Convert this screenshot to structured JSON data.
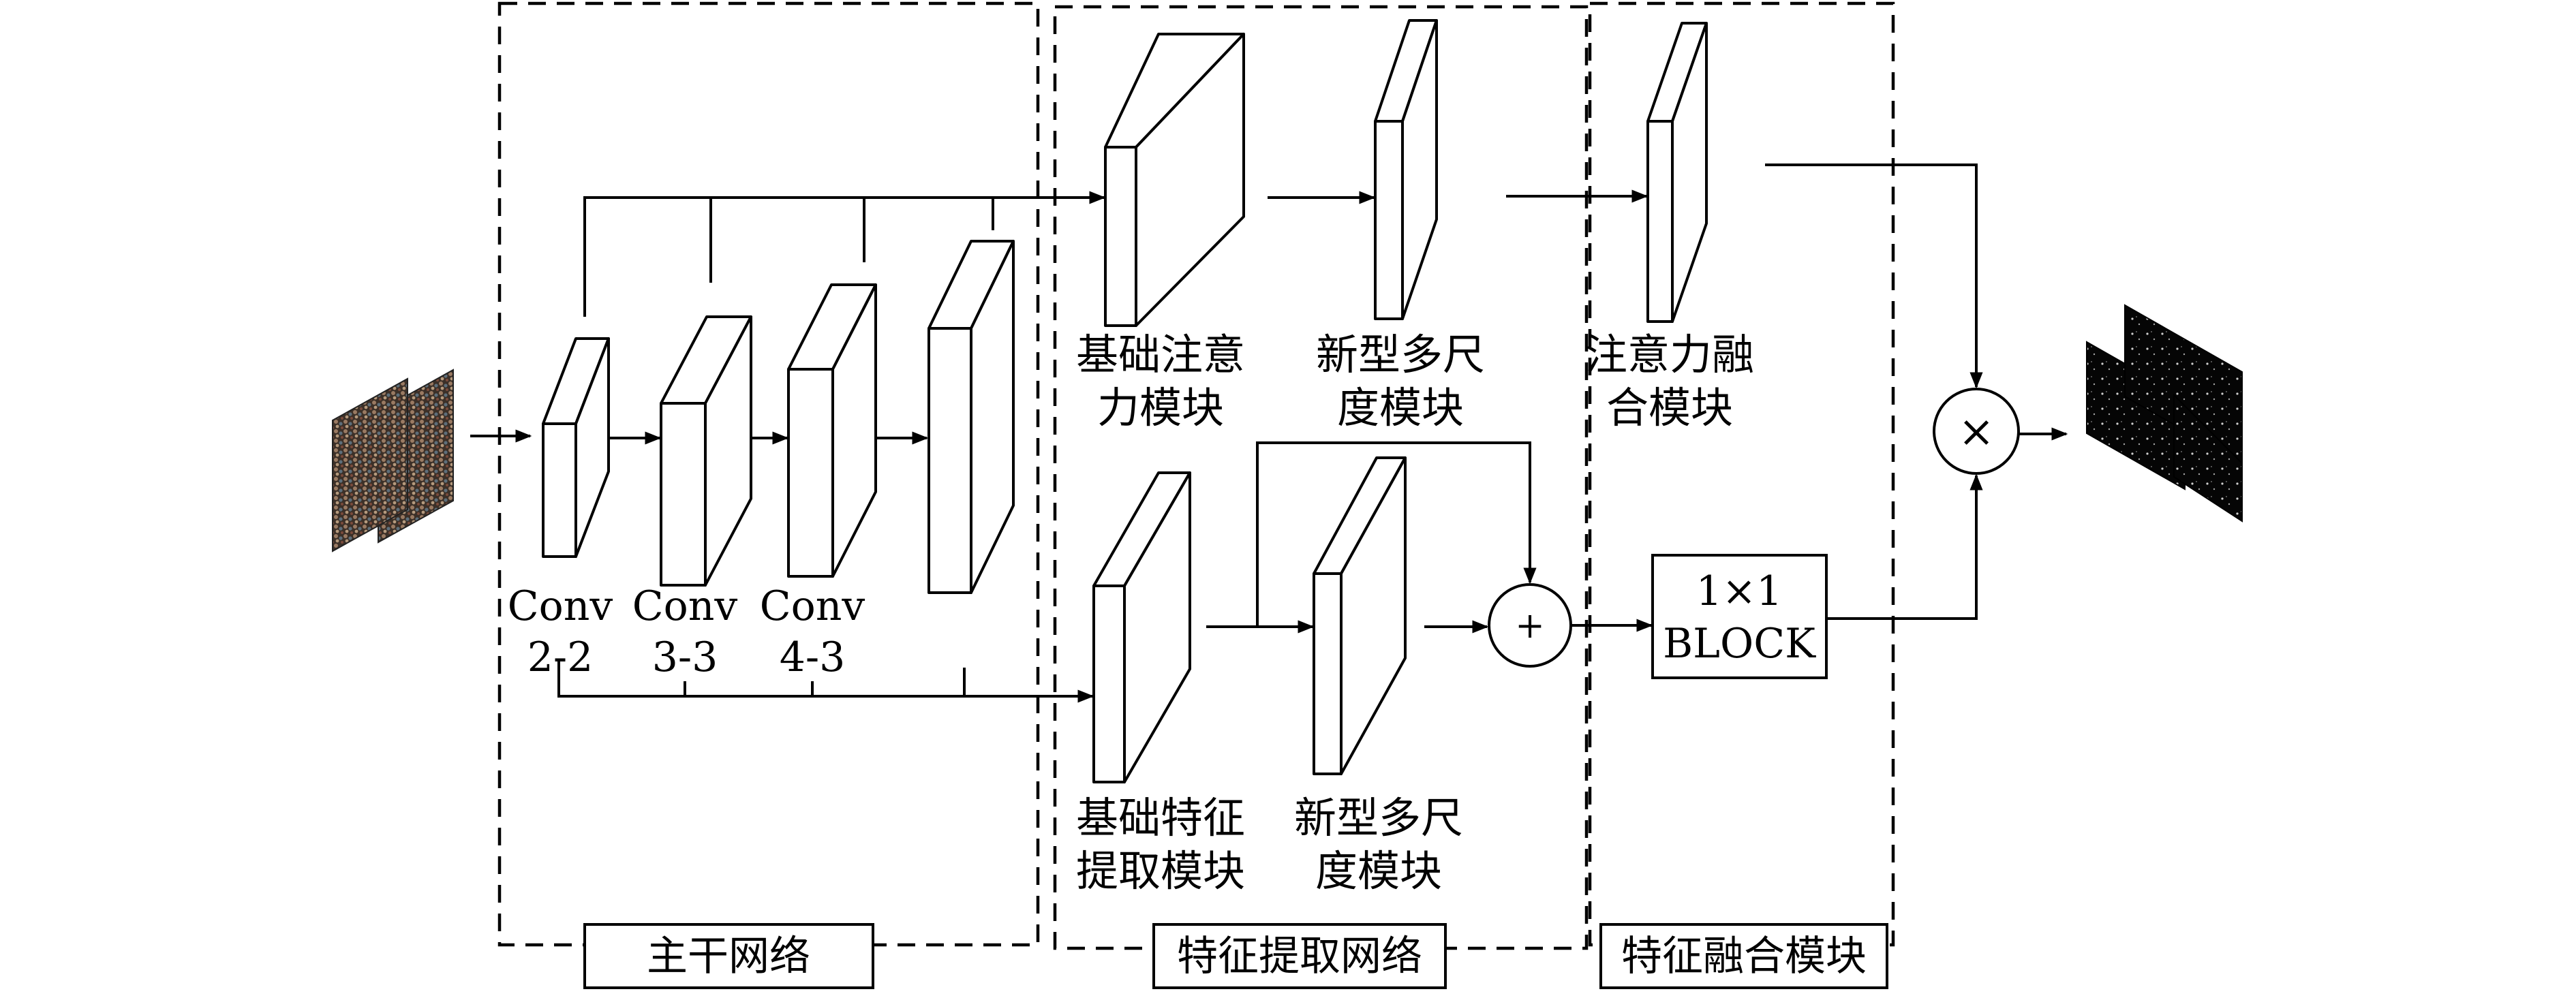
{
  "sections": {
    "backbone": "主干网络",
    "feature_extraction": "特征提取网络",
    "feature_fusion": "特征融合模块"
  },
  "layers": {
    "conv22": [
      "Conv",
      "2-2"
    ],
    "conv33": [
      "Conv",
      "3-3"
    ],
    "conv43": [
      "Conv",
      "4-3"
    ]
  },
  "modules": {
    "basic_attention": [
      "基础注意",
      "力模块"
    ],
    "new_multiscale_top": [
      "新型多尺",
      "度模块"
    ],
    "attention_fusion": [
      "注意力融",
      "合模块"
    ],
    "basic_feature": [
      "基础特征",
      "提取模块"
    ],
    "new_multiscale_bottom": [
      "新型多尺",
      "度模块"
    ],
    "block": [
      "1×1",
      "BLOCK"
    ]
  },
  "operators": {
    "add": "+",
    "multiply": "×"
  }
}
